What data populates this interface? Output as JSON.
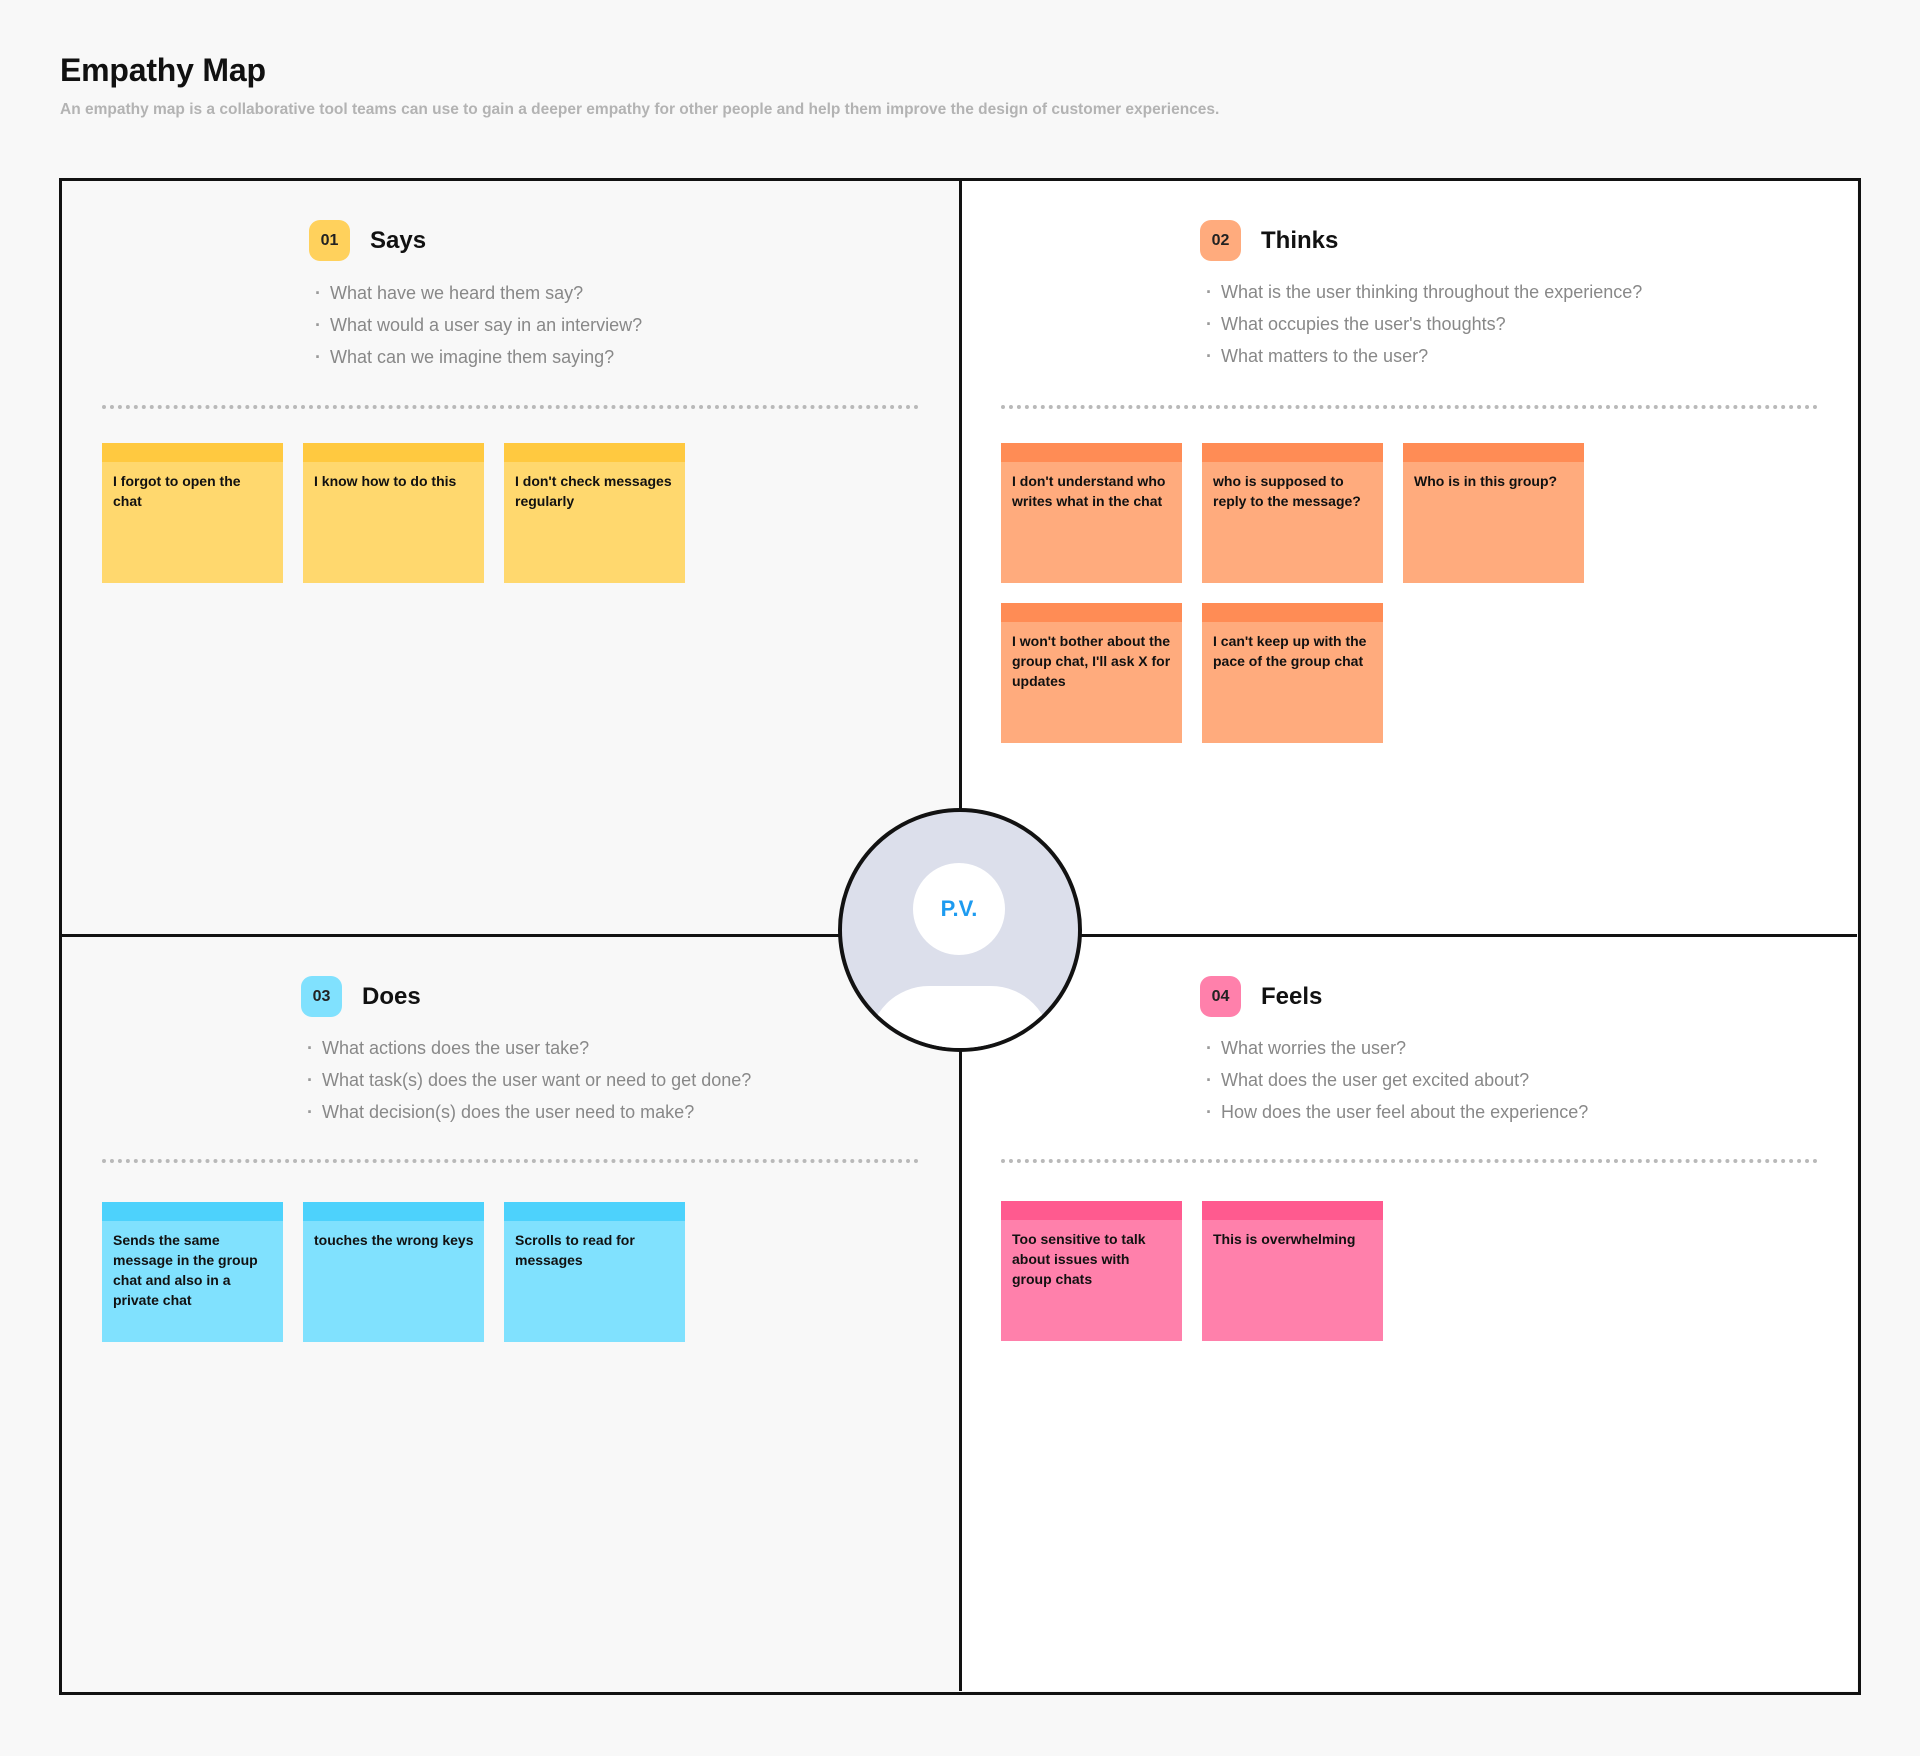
{
  "page": {
    "title": "Empathy Map",
    "description": "An empathy map is a collaborative tool teams can use to gain a deeper empathy for other people and help them improve the design of customer experiences."
  },
  "persona": {
    "initials": "P.V."
  },
  "colors": {
    "says_note": "#ffd86e",
    "says_bar": "#ffc940",
    "says_badge": "#ffd15c",
    "thinks_note": "#ffab7d",
    "thinks_bar": "#ff8c55",
    "thinks_badge": "#ffab7d",
    "does_note": "#80e1fe",
    "does_bar": "#4dd2fc",
    "does_badge": "#80e1fe",
    "feels_note": "#ff80ab",
    "feels_bar": "#ff5a8f",
    "feels_badge": "#ff80ab"
  },
  "quadrants": {
    "says": {
      "number": "01",
      "title": "Says",
      "prompts": [
        "What have we heard them say?",
        "What would a user say in an interview?",
        "What can we imagine them saying?"
      ],
      "notes": [
        "I forgot to open the chat",
        "I know how to do this",
        "I don't check messages regularly"
      ]
    },
    "thinks": {
      "number": "02",
      "title": "Thinks",
      "prompts": [
        "What is the user thinking throughout the experience?",
        "What occupies the user's thoughts?",
        "What matters to the user?"
      ],
      "notes": [
        "I don't understand who writes what in the chat",
        "who is supposed to reply to the message?",
        "Who is in this group?",
        "I won't bother about the group chat, I'll ask X for updates",
        "I can't keep up with the pace of the group chat"
      ]
    },
    "does": {
      "number": "03",
      "title": "Does",
      "prompts": [
        "What actions does the user take?",
        "What task(s) does the user want or need to get done?",
        "What decision(s) does the user need to make?"
      ],
      "notes": [
        "Sends the same message in the group chat and also in a private chat",
        "touches the wrong keys",
        "Scrolls to read for messages"
      ]
    },
    "feels": {
      "number": "04",
      "title": "Feels",
      "prompts": [
        "What worries the user?",
        "What does the user get excited about?",
        "How does the user feel about the experience?"
      ],
      "notes": [
        "Too sensitive to talk about issues with group chats",
        "This is overwhelming"
      ]
    }
  }
}
